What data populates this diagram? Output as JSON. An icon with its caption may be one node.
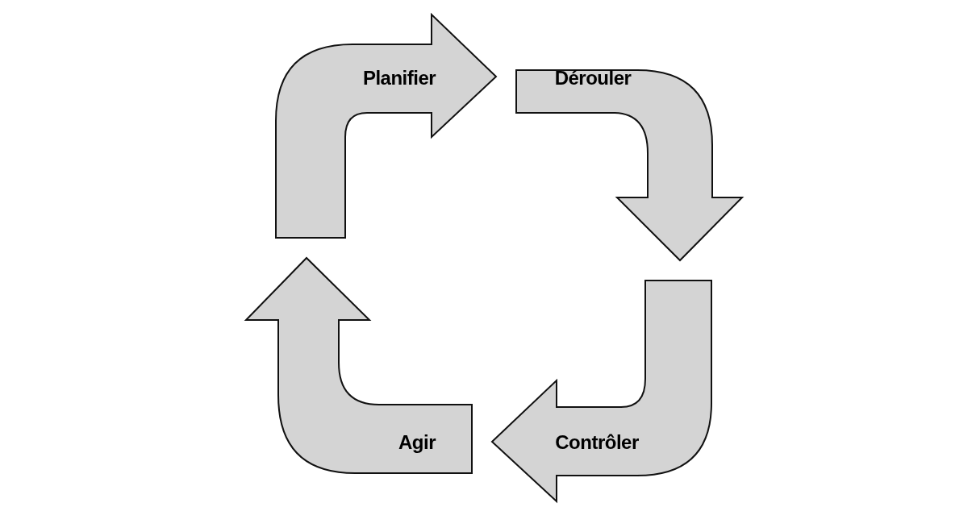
{
  "diagram": {
    "nodes": [
      {
        "text": [
          "Planifier"
        ]
      },
      {
        "text": [
          "Dérouler"
        ]
      },
      {
        "text": [
          "Contrôler"
        ]
      },
      {
        "text": [
          "Agir"
        ]
      }
    ]
  }
}
